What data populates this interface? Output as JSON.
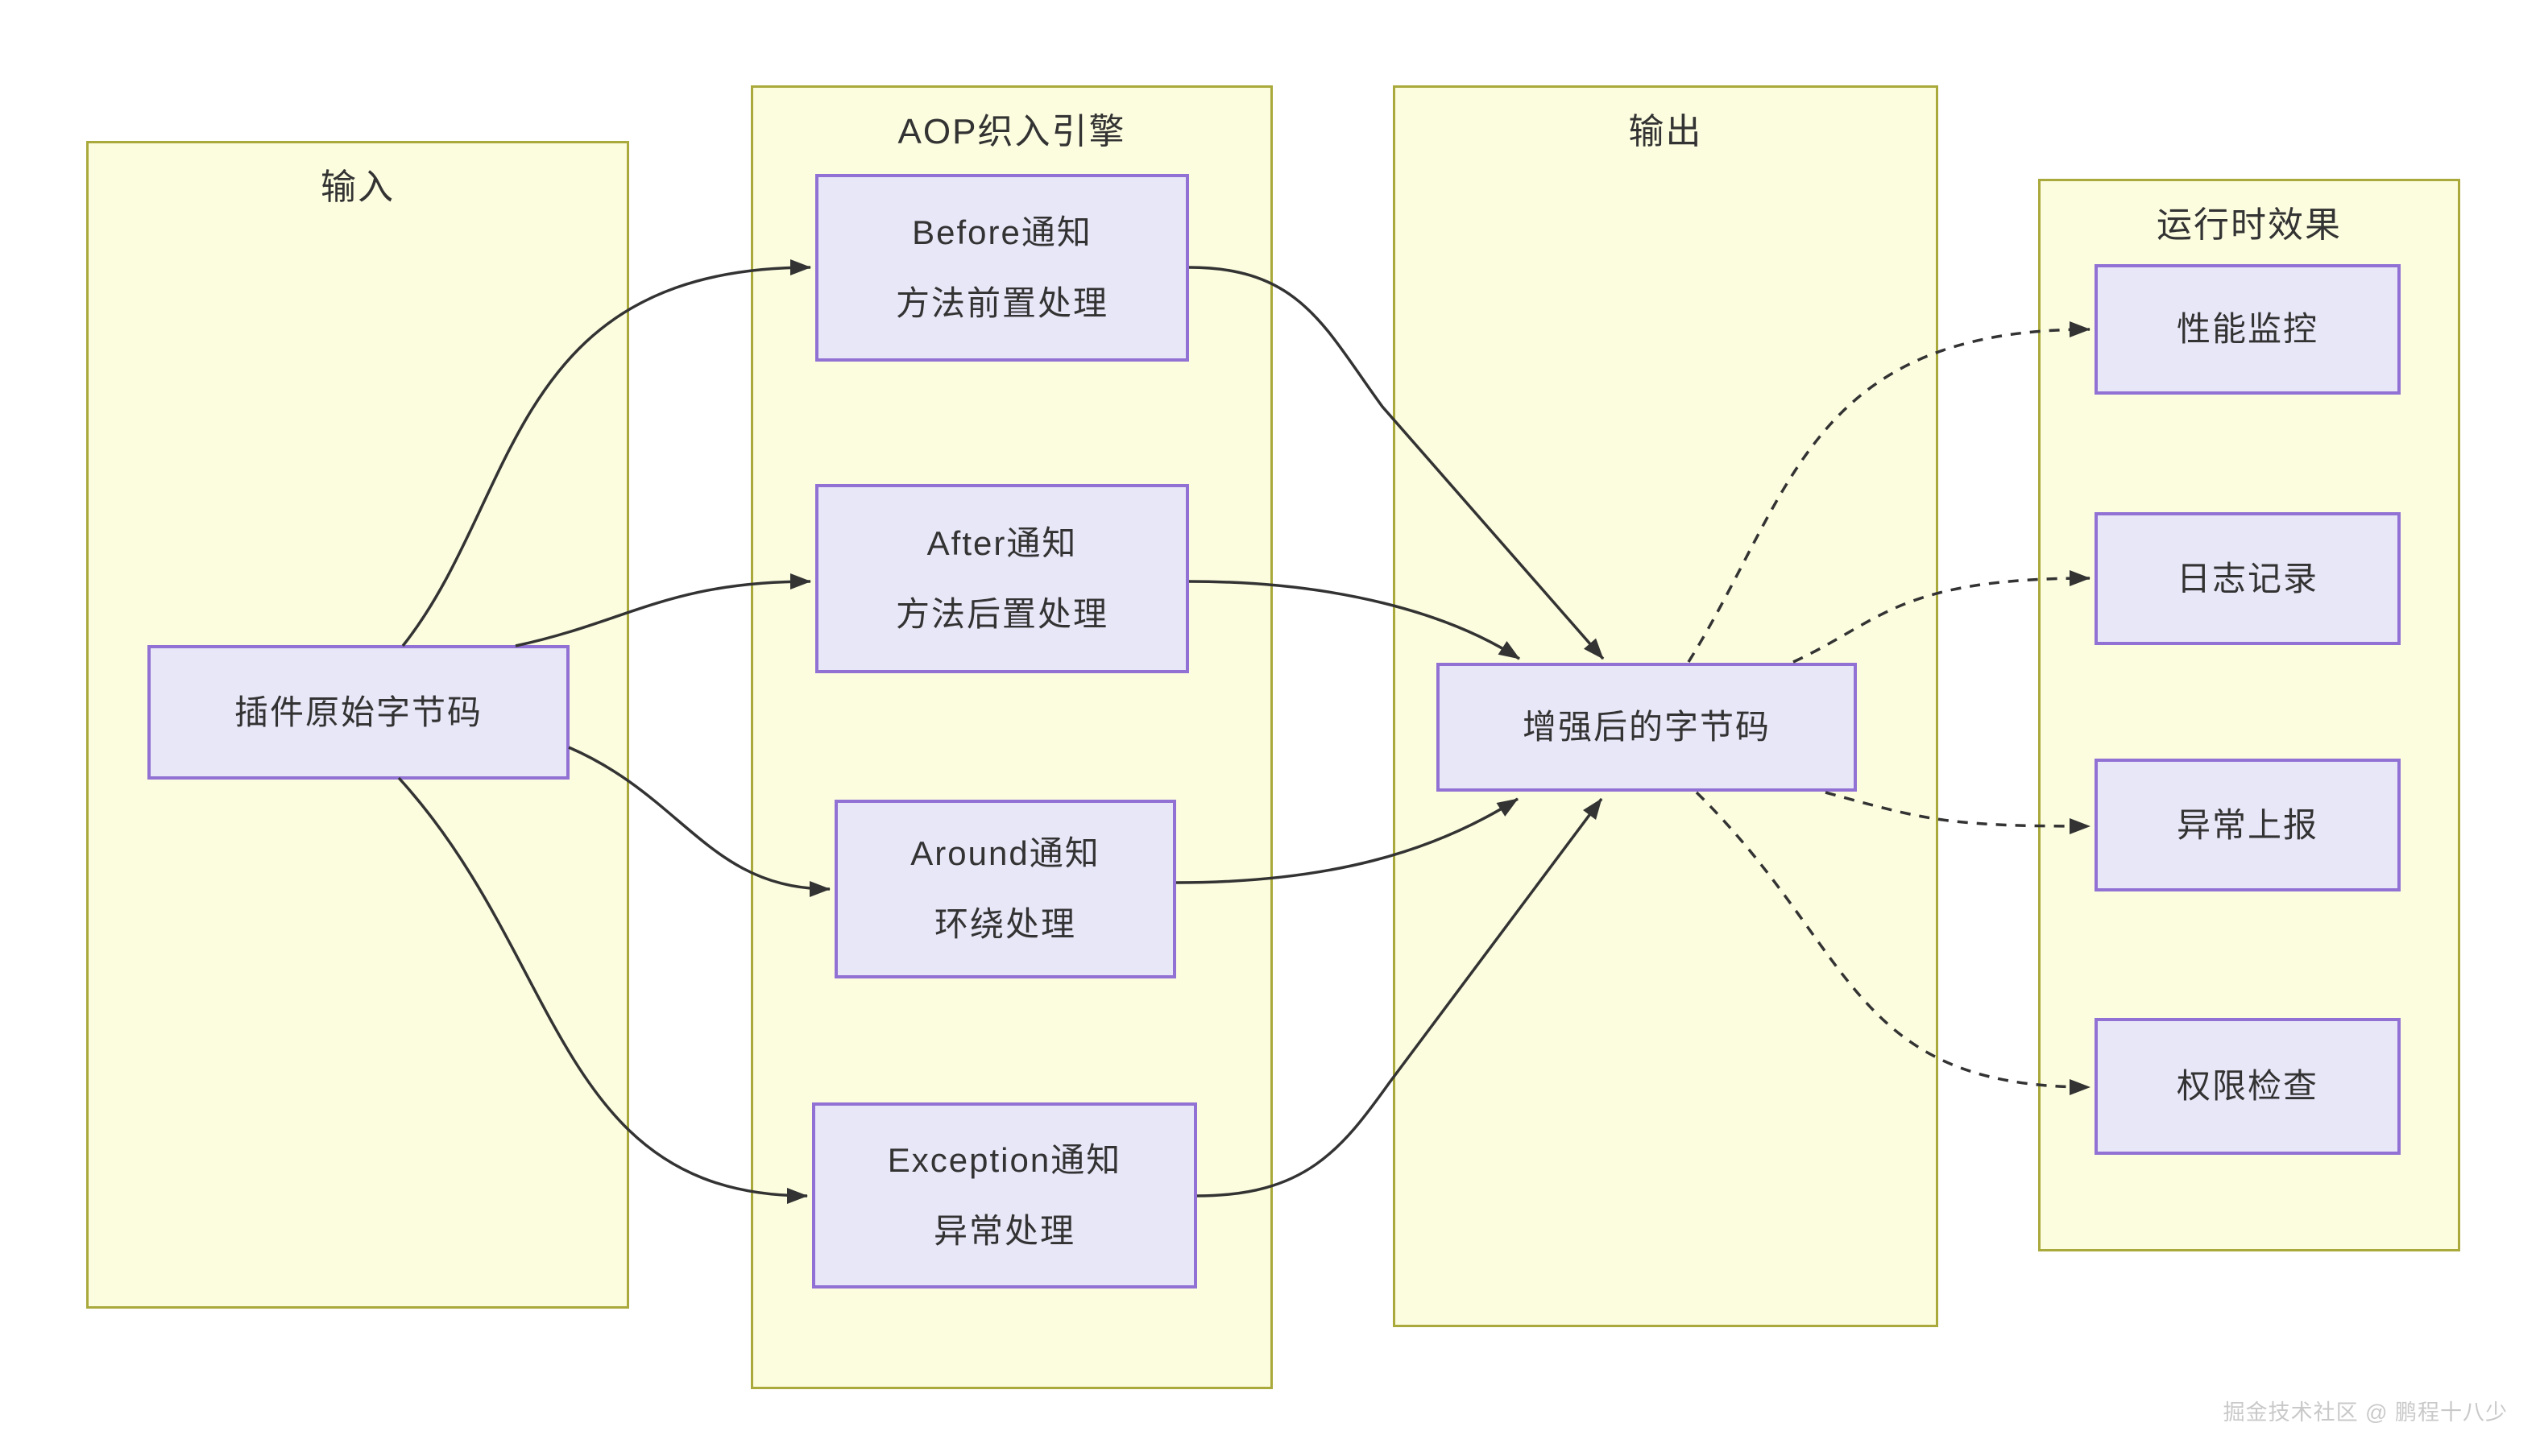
{
  "diagram": {
    "groups": {
      "input": {
        "title": "输入",
        "node": {
          "label": "插件原始字节码"
        }
      },
      "engine": {
        "title": "AOP织入引擎",
        "nodes": {
          "before": {
            "line1": "Before通知",
            "line2": "方法前置处理"
          },
          "after": {
            "line1": "After通知",
            "line2": "方法后置处理"
          },
          "around": {
            "line1": "Around通知",
            "line2": "环绕处理"
          },
          "exception": {
            "line1": "Exception通知",
            "line2": "异常处理"
          }
        }
      },
      "output": {
        "title": "输出",
        "node": {
          "label": "增强后的字节码"
        }
      },
      "runtime": {
        "title": "运行时效果",
        "nodes": {
          "perf": {
            "label": "性能监控"
          },
          "log": {
            "label": "日志记录"
          },
          "report": {
            "label": "异常上报"
          },
          "perm": {
            "label": "权限检查"
          }
        }
      }
    },
    "edges": [
      {
        "from": "插件原始字节码",
        "to": "Before通知 方法前置处理",
        "style": "solid"
      },
      {
        "from": "插件原始字节码",
        "to": "After通知 方法后置处理",
        "style": "solid"
      },
      {
        "from": "插件原始字节码",
        "to": "Around通知 环绕处理",
        "style": "solid"
      },
      {
        "from": "插件原始字节码",
        "to": "Exception通知 异常处理",
        "style": "solid"
      },
      {
        "from": "Before通知 方法前置处理",
        "to": "增强后的字节码",
        "style": "solid"
      },
      {
        "from": "After通知 方法后置处理",
        "to": "增强后的字节码",
        "style": "solid"
      },
      {
        "from": "Around通知 环绕处理",
        "to": "增强后的字节码",
        "style": "solid"
      },
      {
        "from": "Exception通知 异常处理",
        "to": "增强后的字节码",
        "style": "solid"
      },
      {
        "from": "增强后的字节码",
        "to": "性能监控",
        "style": "dashed"
      },
      {
        "from": "增强后的字节码",
        "to": "日志记录",
        "style": "dashed"
      },
      {
        "from": "增强后的字节码",
        "to": "异常上报",
        "style": "dashed"
      },
      {
        "from": "增强后的字节码",
        "to": "权限检查",
        "style": "dashed"
      }
    ],
    "colors": {
      "page_bg": "#ffffff",
      "group_fill": "#fcfcdf",
      "group_border": "#a9a93c",
      "node_fill": "#e8e7f8",
      "node_border": "#9172d4",
      "text": "#333333",
      "edge": "#333333",
      "watermark": "#c9c9c9"
    }
  },
  "watermark": {
    "text": "掘金技术社区 @ 鹏程十八少"
  }
}
